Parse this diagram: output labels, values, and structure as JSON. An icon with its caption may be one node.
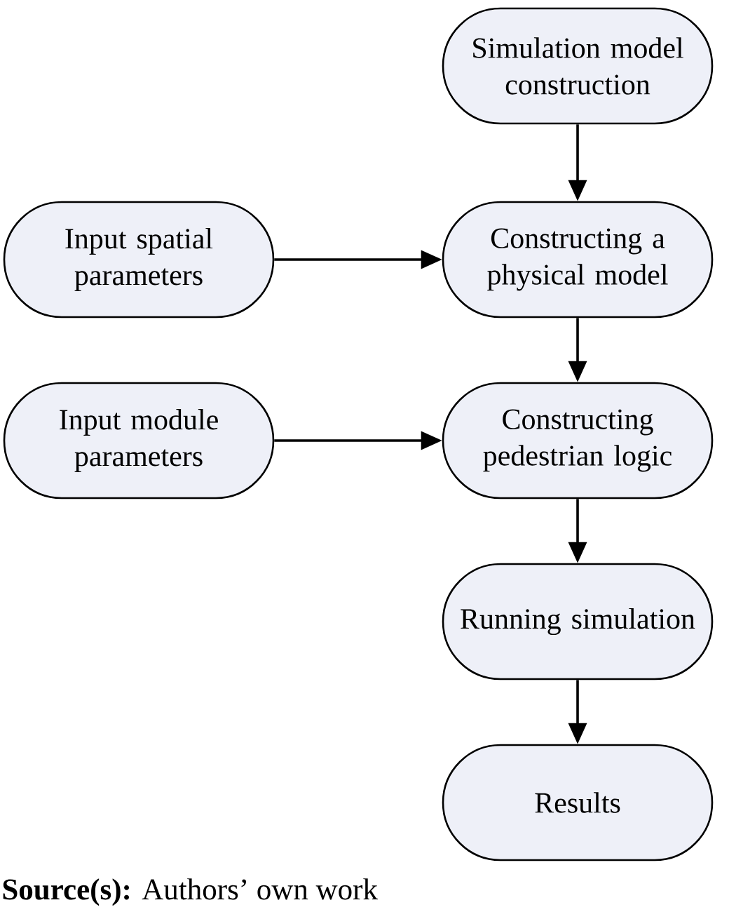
{
  "diagram": {
    "caption": "**Source(s):** Authors’ own work",
    "nodes": [
      {
        "text": [
          "Simulation model construction"
        ]
      },
      {
        "text": [
          "Input spatial parameters"
        ]
      },
      {
        "text": [
          "Constructing a physical model"
        ]
      },
      {
        "text": [
          "Input module parameters"
        ]
      },
      {
        "text": [
          "Constructing pedestrian logic"
        ]
      },
      {
        "text": [
          "Running simulation"
        ]
      },
      {
        "text": [
          "Results"
        ]
      }
    ],
    "edges": [
      {
        "from": 0,
        "to": 2,
        "arrow": "to"
      },
      {
        "from": 1,
        "to": 2,
        "arrow": "to"
      },
      {
        "from": 2,
        "to": 4,
        "arrow": "to"
      },
      {
        "from": 3,
        "to": 4,
        "arrow": "to"
      },
      {
        "from": 4,
        "to": 5,
        "arrow": "to"
      },
      {
        "from": 5,
        "to": 6,
        "arrow": "to"
      }
    ]
  }
}
